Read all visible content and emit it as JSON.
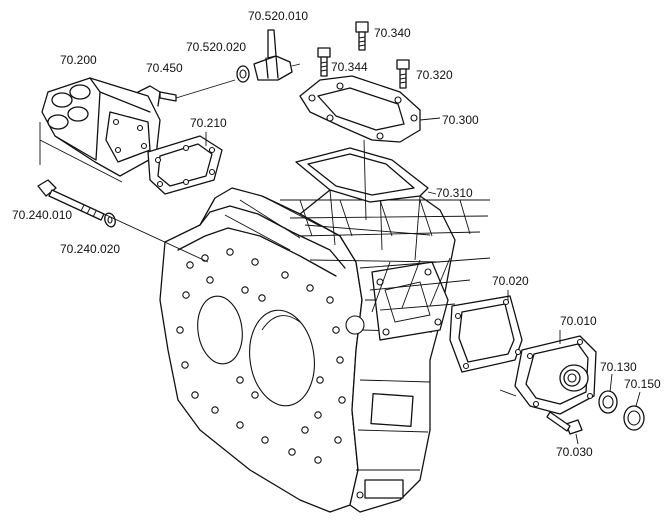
{
  "diagram": {
    "labels": [
      {
        "id": "p70520010",
        "text": "70.520.010"
      },
      {
        "id": "p70520020",
        "text": "70.520.020"
      },
      {
        "id": "p70340",
        "text": "70.340"
      },
      {
        "id": "p70200",
        "text": "70.200"
      },
      {
        "id": "p70450",
        "text": "70.450"
      },
      {
        "id": "p70344",
        "text": "70.344"
      },
      {
        "id": "p70320",
        "text": "70.320"
      },
      {
        "id": "p70300",
        "text": "70.300"
      },
      {
        "id": "p70210",
        "text": "70.210"
      },
      {
        "id": "p70310",
        "text": "70.310"
      },
      {
        "id": "p70240010",
        "text": "70.240.010"
      },
      {
        "id": "p70240020",
        "text": "70.240.020"
      },
      {
        "id": "p70020",
        "text": "70.020"
      },
      {
        "id": "p70010",
        "text": "70.010"
      },
      {
        "id": "p70130",
        "text": "70.130"
      },
      {
        "id": "p70150",
        "text": "70.150"
      },
      {
        "id": "p70030",
        "text": "70.030"
      }
    ]
  }
}
